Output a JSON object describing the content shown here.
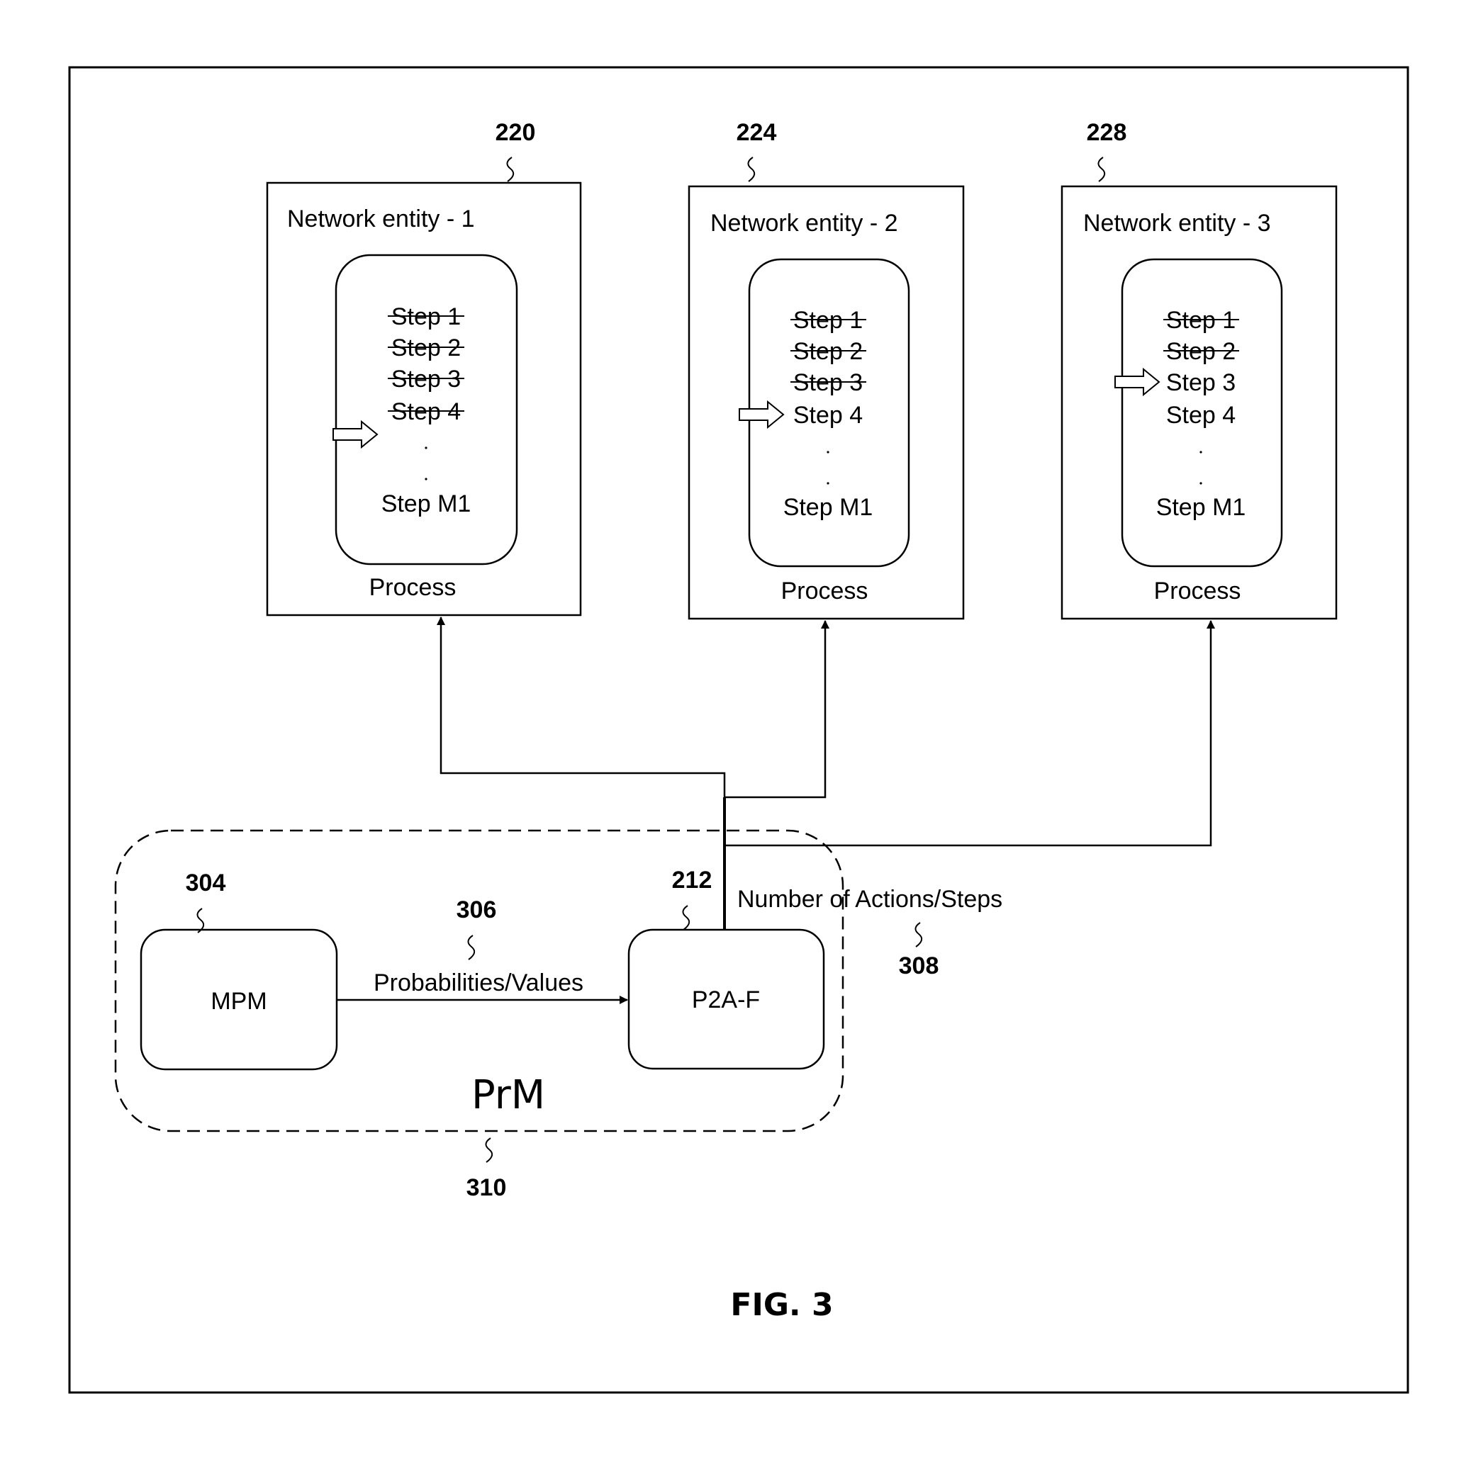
{
  "figure_label": "FIG. 3",
  "entities": [
    {
      "ref": "220",
      "title": "Network entity - 1",
      "steps": [
        "Step 1",
        "Step 2",
        "Step 3",
        "Step 4"
      ],
      "struck": [
        true,
        true,
        true,
        true
      ],
      "pointer_step": 5,
      "last_step": "Step M1",
      "footer": "Process"
    },
    {
      "ref": "224",
      "title": "Network entity - 2",
      "steps": [
        "Step 1",
        "Step 2",
        "Step 3",
        "Step 4"
      ],
      "struck": [
        true,
        true,
        true,
        false
      ],
      "pointer_step": 4,
      "last_step": "Step M1",
      "footer": "Process"
    },
    {
      "ref": "228",
      "title": "Network entity - 3",
      "steps": [
        "Step 1",
        "Step 2",
        "Step 3",
        "Step 4"
      ],
      "struck": [
        true,
        true,
        false,
        false
      ],
      "pointer_step": 3,
      "last_step": "Step M1",
      "footer": "Process"
    }
  ],
  "prm": {
    "label": "PrM",
    "ref": "310",
    "mpm": {
      "label": "MPM",
      "ref": "304"
    },
    "p2af": {
      "label": "P2A-F",
      "ref": "212"
    },
    "flow": {
      "label": "Probabilities/Values",
      "ref": "306"
    }
  },
  "output": {
    "label": "Number of Actions/Steps",
    "ref": "308"
  }
}
